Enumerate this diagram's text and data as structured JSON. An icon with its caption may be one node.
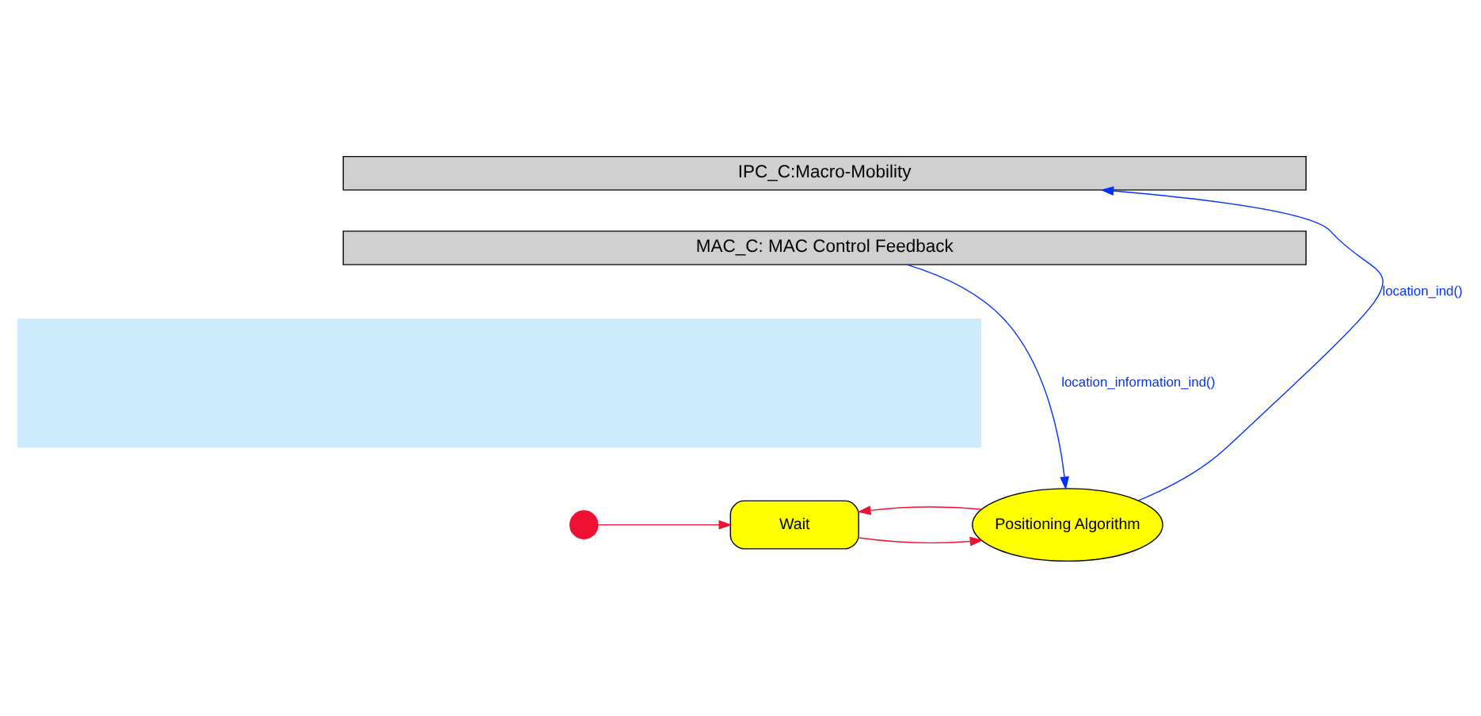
{
  "diagram": {
    "nodes": [
      {
        "text": [
          "IPC_C:Macro-Mobility"
        ]
      },
      {
        "text": [
          "MAC_C: MAC Control Feedback"
        ]
      },
      {
        "text": [],
        "shape": "box"
      },
      {
        "text": [],
        "shape": "circle"
      },
      {
        "text": [
          "Wait"
        ]
      },
      {
        "text": [
          "Positioning Algorithm"
        ]
      }
    ],
    "edges": [
      {
        "from": 3,
        "to": 4,
        "arrow": "to"
      },
      {
        "from": 4,
        "to": 5,
        "arrow": "to"
      },
      {
        "from": 1,
        "to": 5,
        "arrow": "to",
        "label": "location_information_ind()",
        "color": "#0033ff"
      },
      {
        "from": 5,
        "to": 0,
        "arrow": "to",
        "label": "location_ind()",
        "color": "#0033ff"
      },
      {
        "from": 5,
        "to": 4,
        "arrow": "to"
      }
    ]
  }
}
